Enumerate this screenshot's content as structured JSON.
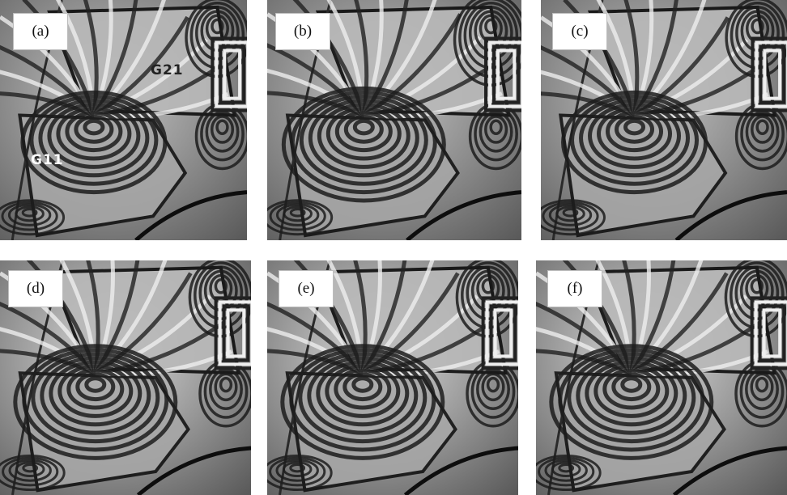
{
  "panels": [
    {
      "label": "(a)",
      "grain_labels": [
        {
          "text": "G21",
          "tone": "dark"
        },
        {
          "text": "G11",
          "tone": "light"
        }
      ]
    },
    {
      "label": "(b)",
      "grain_labels": []
    },
    {
      "label": "(c)",
      "grain_labels": []
    },
    {
      "label": "(d)",
      "grain_labels": []
    },
    {
      "label": "(e)",
      "grain_labels": []
    },
    {
      "label": "(f)",
      "grain_labels": []
    }
  ],
  "colors": {
    "background": "#ffffff",
    "fringe_light": "#f2f2f2",
    "fringe_dark": "#1a1a1a",
    "boundary": "#0d0d0d"
  }
}
